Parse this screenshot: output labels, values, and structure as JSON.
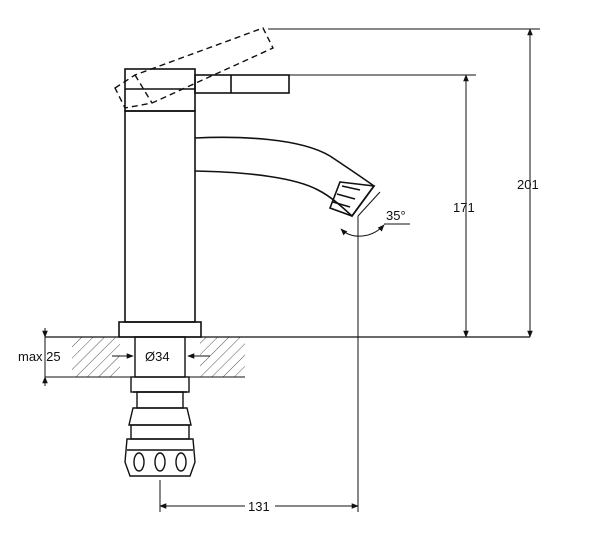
{
  "drawing": {
    "dimensions": {
      "total_height": "201",
      "spout_height": "171",
      "spout_reach": "131",
      "spout_angle": "35°",
      "hole_diameter": "Ø34",
      "max_deck_thickness": "max 25"
    }
  }
}
